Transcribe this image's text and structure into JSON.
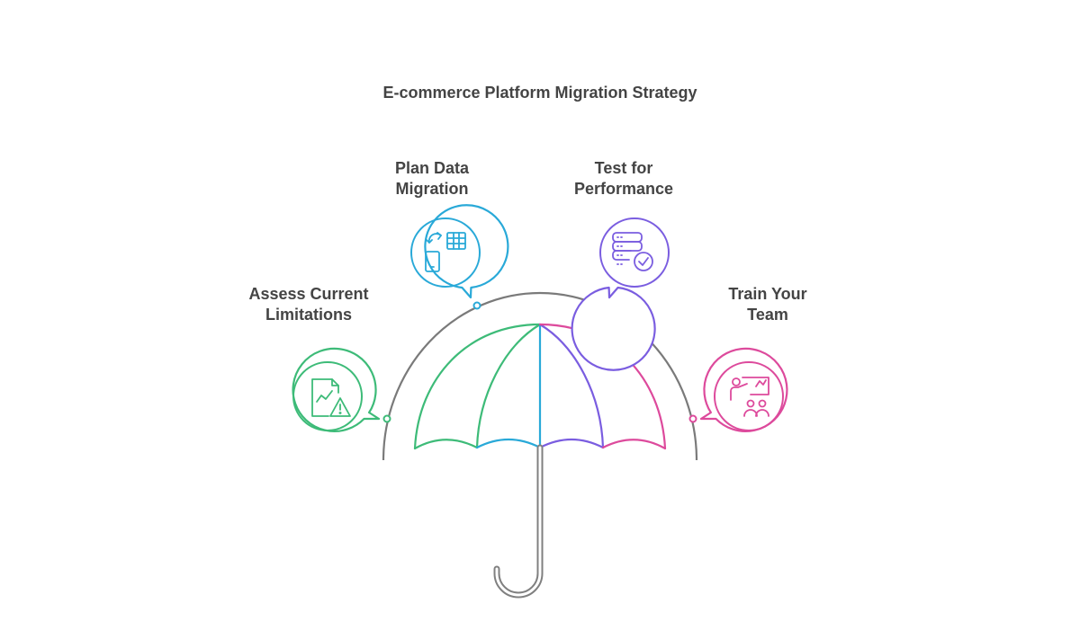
{
  "title": "E-commerce Platform Migration Strategy",
  "items": [
    {
      "line1": "Assess Current",
      "line2": "Limitations",
      "icon": "chart-warning-icon",
      "color": "#3dbb78"
    },
    {
      "line1": "Plan Data",
      "line2": "Migration",
      "icon": "data-transfer-icon",
      "color": "#29a9d8"
    },
    {
      "line1": "Test for",
      "line2": "Performance",
      "icon": "server-check-icon",
      "color": "#7a5de0"
    },
    {
      "line1": "Train Your",
      "line2": "Team",
      "icon": "team-training-icon",
      "color": "#dd4a9c"
    }
  ],
  "colors": {
    "text": "#444444",
    "arc": "#7a7a7a",
    "handle": "#808080"
  }
}
